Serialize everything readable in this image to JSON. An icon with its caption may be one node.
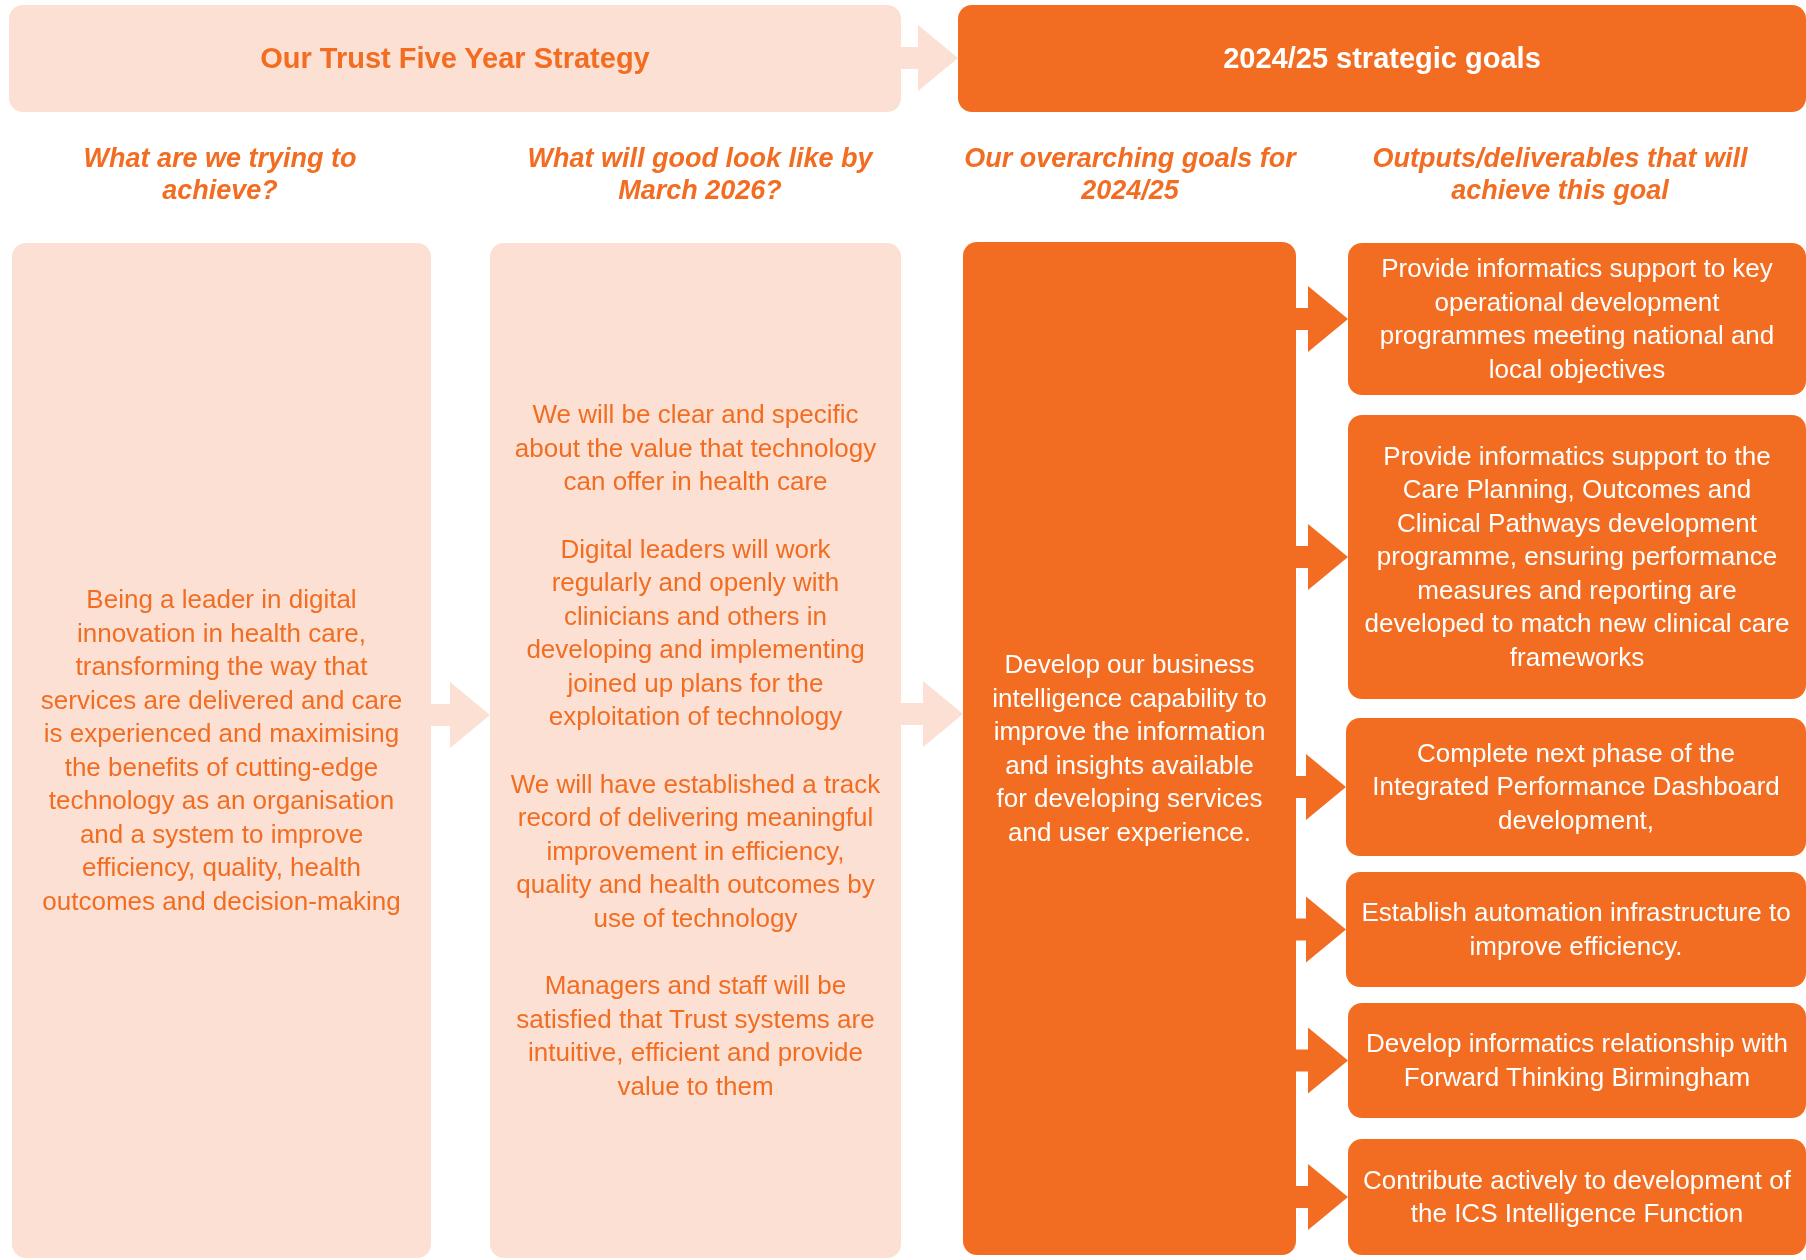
{
  "diagram": {
    "nodes": [
      {
        "text": [
          "Our Trust Five Year Strategy"
        ]
      },
      {
        "text": [
          "2024/25 strategic goals"
        ]
      },
      {
        "text": [
          "Being a leader in digital innovation in health care, transforming the way that services are delivered and care is experienced and maximising the benefits of cutting-edge technology as an organisation and a system to improve efficiency, quality, health outcomes and decision-making"
        ]
      },
      {
        "text": [
          "We will be clear and specific about the value that technology can offer in health care",
          "Digital leaders will work regularly and openly with clinicians and others in developing and implementing joined up plans for the exploitation of technology",
          "We will have established a track record of delivering meaningful improvement in efficiency, quality and health outcomes by use of technology",
          "Managers and staff will be satisfied that Trust systems are intuitive, efficient and provide value to them"
        ]
      },
      {
        "text": [
          "Develop our business intelligence capability to improve the information and insights available for developing services and user experience."
        ]
      },
      {
        "text": [
          "Provide informatics support to key operational development programmes meeting national and local objectives"
        ]
      },
      {
        "text": [
          "Provide informatics support to the Care Planning, Outcomes and Clinical Pathways development programme, ensuring performance measures and reporting are developed to match new clinical care frameworks"
        ]
      },
      {
        "text": [
          "Complete next phase of the Integrated Performance Dashboard development,"
        ]
      },
      {
        "text": [
          "Establish automation infrastructure to improve efficiency."
        ]
      },
      {
        "text": [
          "Develop informatics relationship with Forward Thinking Birmingham"
        ]
      },
      {
        "text": [
          "Contribute actively to development of the ICS Intelligence Function"
        ]
      }
    ],
    "edges": [
      {
        "from": 0,
        "to": 1,
        "arrow": "to",
        "color": "#fbe0d3"
      },
      {
        "from": 2,
        "to": 3,
        "arrow": "to",
        "color": "#fbe0d3"
      },
      {
        "from": 3,
        "to": 4,
        "arrow": "to",
        "color": "#fbe0d3"
      },
      {
        "from": 4,
        "to": 5,
        "arrow": "to"
      },
      {
        "from": 4,
        "to": 6,
        "arrow": "to"
      },
      {
        "from": 4,
        "to": 7,
        "arrow": "to"
      },
      {
        "from": 4,
        "to": 8,
        "arrow": "to"
      },
      {
        "from": 4,
        "to": 9,
        "arrow": "to"
      },
      {
        "from": 4,
        "to": 10,
        "arrow": "to"
      }
    ],
    "labels": [
      "What are we trying to achieve?",
      "What will good look like by March 2026?",
      "Our overarching goals for 2024/25",
      "Outputs/deliverables that will achieve this goal"
    ]
  }
}
